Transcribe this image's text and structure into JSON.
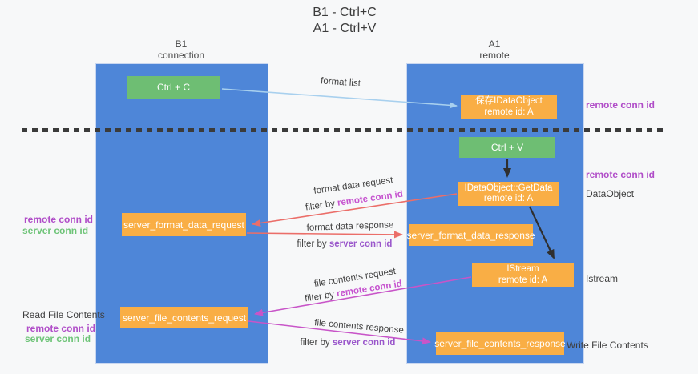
{
  "title": {
    "line1": "B1 - Ctrl+C",
    "line2": "A1 - Ctrl+V"
  },
  "lanes": {
    "left": {
      "name": "B1",
      "role": "connection"
    },
    "right": {
      "name": "A1",
      "role": "remote"
    }
  },
  "boxes": {
    "ctrl_c": {
      "label": "Ctrl + C"
    },
    "ctrl_v": {
      "label": "Ctrl + V"
    },
    "save_dataobject": {
      "line1": "保存IDataObject",
      "line2": "remote id: A"
    },
    "getdata": {
      "line1": "IDataObject::GetData",
      "line2": "remote id: A"
    },
    "istream": {
      "line1": "IStream",
      "line2": "remote id: A"
    },
    "format_request": {
      "label": "server_format_data_request"
    },
    "format_response": {
      "label": "server_format_data_response"
    },
    "file_request": {
      "label": "server_file_contents_request"
    },
    "file_response": {
      "label": "server_file_contents_response"
    }
  },
  "arrow_labels": {
    "format_list": "format list",
    "format_data_request": "format data request",
    "format_data_response": "format data response",
    "file_contents_request": "file contents request",
    "file_contents_response": "file contents response",
    "filter_by": "filter by ",
    "remote_conn_id": "remote conn id",
    "server_conn_id": "server conn id"
  },
  "side_labels": {
    "left_top": {
      "remote": "remote conn id",
      "server": "server conn id"
    },
    "left_bottom": {
      "title": "Read File Contents",
      "remote": "remote conn id",
      "server": "server conn id"
    },
    "right": {
      "top_remote": "remote conn id",
      "mid_remote": "remote conn id",
      "dataobject": "DataObject",
      "istream": "Istream",
      "write": "Write File Contents"
    }
  },
  "colors": {
    "lane_blue": "#4e86d8",
    "box_green": "#6ebe73",
    "box_orange": "#f9ae45",
    "arrow_light_blue": "#a8d0ee",
    "arrow_red": "#eb6e69",
    "arrow_magenta": "#c855c8",
    "arrow_black": "#2f2f2f",
    "text_purple": "#b04dc8",
    "text_green": "#6ec478",
    "dash_line": "#3b3b3b",
    "background": "#f7f8f9"
  }
}
